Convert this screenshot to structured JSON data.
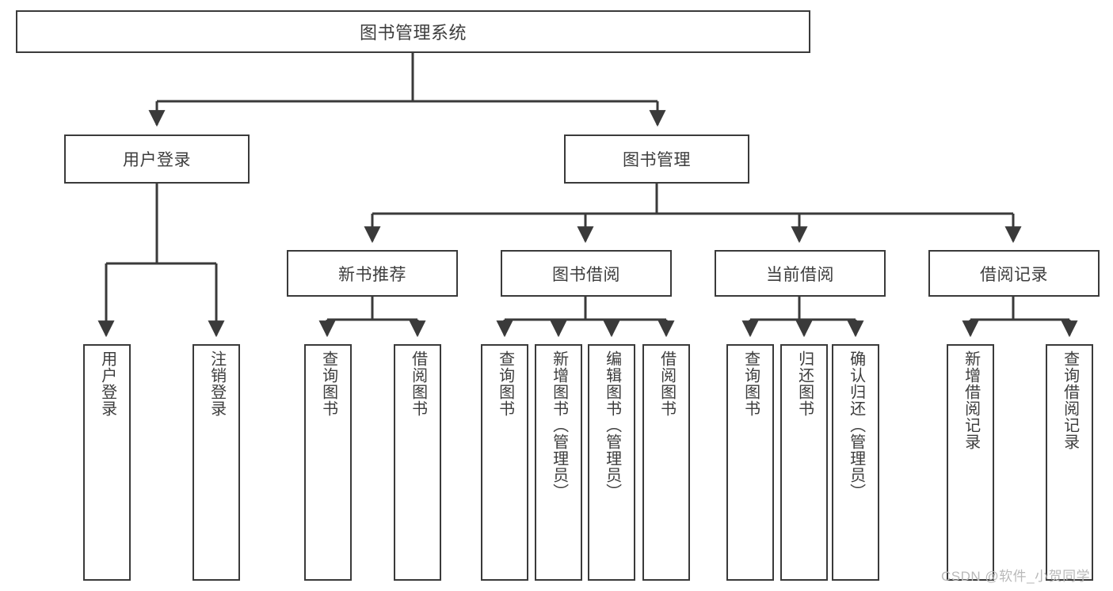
{
  "diagram": {
    "title": "图书管理系统",
    "type": "tree",
    "colors": {
      "stroke": "#3a3a3a",
      "text": "#3d3d3d",
      "background": "#ffffff",
      "watermark": "#b9b9b9"
    },
    "root": {
      "label": "图书管理系统"
    },
    "level2": [
      {
        "id": "user-login",
        "label": "用户登录"
      },
      {
        "id": "book-management",
        "label": "图书管理"
      }
    ],
    "level3": [
      {
        "id": "new-book-recommend",
        "label": "新书推荐"
      },
      {
        "id": "book-borrow",
        "label": "图书借阅"
      },
      {
        "id": "current-borrow",
        "label": "当前借阅"
      },
      {
        "id": "borrow-record",
        "label": "借阅记录"
      }
    ],
    "leaves": {
      "user_login": [
        {
          "id": "leaf-user-login",
          "label": "用户登录"
        },
        {
          "id": "leaf-logout-login",
          "label": "注销登录"
        }
      ],
      "new_book_recommend": [
        {
          "id": "leaf-query-book-1",
          "label": "查询图书"
        },
        {
          "id": "leaf-borrow-book-1",
          "label": "借阅图书"
        }
      ],
      "book_borrow": [
        {
          "id": "leaf-query-book-2",
          "label": "查询图书"
        },
        {
          "id": "leaf-add-book",
          "label": "新增图书（管理员）"
        },
        {
          "id": "leaf-edit-book",
          "label": "编辑图书（管理员）"
        },
        {
          "id": "leaf-borrow-book-2",
          "label": "借阅图书"
        }
      ],
      "current_borrow": [
        {
          "id": "leaf-query-book-3",
          "label": "查询图书"
        },
        {
          "id": "leaf-return-book",
          "label": "归还图书"
        },
        {
          "id": "leaf-confirm-return",
          "label": "确认归还（管理员）"
        }
      ],
      "borrow_record": [
        {
          "id": "leaf-add-record",
          "label": "新增借阅记录"
        },
        {
          "id": "leaf-query-record",
          "label": "查询借阅记录"
        }
      ]
    },
    "watermark": "CSDN @软件_小贺同学"
  }
}
